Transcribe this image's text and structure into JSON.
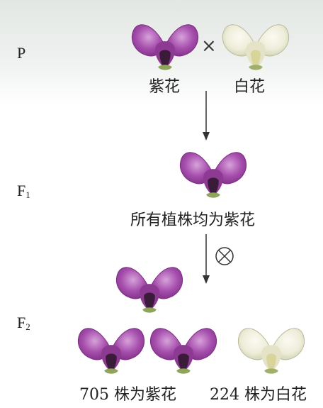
{
  "generations": {
    "p": {
      "label": "P"
    },
    "f1": {
      "label": "F",
      "sub": "1"
    },
    "f2": {
      "label": "F",
      "sub": "2"
    }
  },
  "parents": {
    "purple_label": "紫花",
    "white_label": "白花",
    "cross_symbol": "×"
  },
  "f1_caption": "所有植株均为紫花",
  "f2_purple_caption": "705 株为紫花",
  "f2_white_caption": "224 株为白花",
  "selfing_symbol": "⊗",
  "colors": {
    "purple_petal": "#a04aa6",
    "purple_petal_light": "#c98fce",
    "white_petal": "#f1efe1",
    "white_petal_shade": "#d7d8bd",
    "center_dark": "#3b1b3a",
    "leaf_green": "#8fa35a"
  }
}
